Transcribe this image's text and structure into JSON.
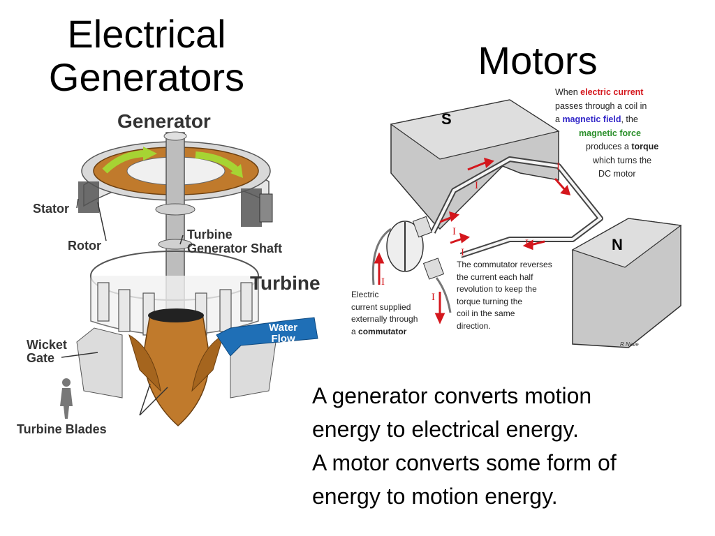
{
  "slide": {
    "title_left_line1": "Electrical",
    "title_left_line2": "Generators",
    "title_right": "Motors"
  },
  "generator_diagram": {
    "heading": "Generator",
    "labels": {
      "stator": "Stator",
      "rotor": "Rotor",
      "shaft_line1": "Turbine",
      "shaft_line2": "Generator Shaft",
      "turbine": "Turbine",
      "water_line1": "Water",
      "water_line2": "Flow",
      "wicket_line1": "Wicket",
      "wicket_line2": "Gate",
      "blades": "Turbine Blades"
    }
  },
  "motor_diagram": {
    "pole_s": "S",
    "pole_n": "N",
    "current_symbol": "I",
    "explanation": {
      "p1": "When ",
      "p2": "electric current",
      "p3": "passes through a  coil in",
      "p4": "a ",
      "p5": "magnetic field",
      "p6": ", the",
      "p7": "magnetic force",
      "p8": "produces a ",
      "p9": "torque",
      "p10": "which turns the",
      "p11": "DC motor"
    },
    "commutator_note": [
      "The commutator reverses",
      "the current each half",
      "revolution to keep the",
      "torque turning the",
      "coil in the same",
      "direction."
    ],
    "supply_note": {
      "l1": "Electric",
      "l2": "current supplied",
      "l3": "externally through",
      "l4": "a ",
      "l5": "commutator"
    },
    "credit": "R Nave"
  },
  "summary": {
    "line1": "A generator converts motion",
    "line2": "energy to electrical energy.",
    "line3": "A motor converts some form of",
    "line4": "energy to motion energy."
  },
  "colors": {
    "copper": "#c07a2c",
    "magnet_gray": "#c8c8c8",
    "water_blue": "#1f6fb6",
    "current_red": "#d4171d"
  }
}
